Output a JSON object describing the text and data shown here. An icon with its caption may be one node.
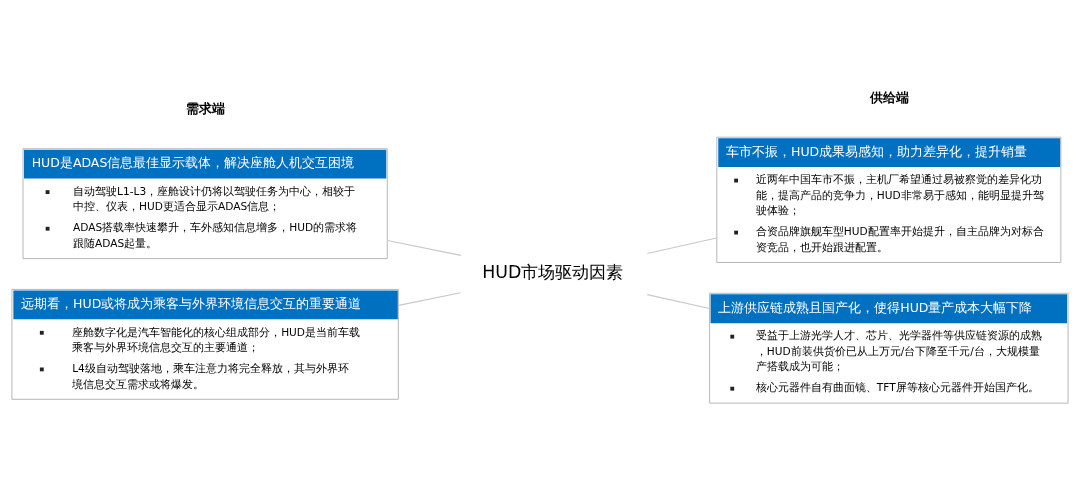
{
  "diagram": {
    "nodes": [
      {
        "text": [
          "HUD是ADAS信息最佳显示载体，解决座舱人机交互困境",
          "自动驾驶L1-L3，座舱设计仍将以驾驶任务为中心，相较于中控、仪表，HUD更适合显示ADAS信息；",
          "ADAS搭载率快速攀升，车外感知信息增多，HUD的需求将跟随ADAS起量。"
        ]
      },
      {
        "text": [
          "车市不振，HUD成果易感知，助力差异化，提升销量",
          "近两年中国车市不振，主机厂希望通过易被察觉的差异化功能，提高产品的竞争力，HUD非常易于感知，能明显提升驾驶体验；",
          "合资品牌旗舰车型HUD配置率开始提升，自主品牌为对标合资竞品，也开始跟进配置。"
        ]
      },
      {
        "text": [
          "HUD市场驱动因素"
        ]
      },
      {
        "text": [
          "远期看，HUD或将成为乘客与外界环境信息交互的重要通道",
          "座舱数字化是汽车智能化的核心组成部分，HUD是当前车载乘客与外界环境信息交互的主要通道；",
          "L4级自动驾驶落地，乘车注意力将完全释放，其与外界环境信息交互需求或将爆发。"
        ]
      },
      {
        "text": [
          "上游供应链成熟且国产化，使得HUD量产成本大幅下降",
          "受益于上游光学人才、芯片、光学器件等供应链资源的成熟，HUD前装供货价已从上万元/台下降至千元/台，大规模量产搭载成为可能；",
          "核心元器件自有曲面镜、TFT屏等核心元器件开始国产化。"
        ]
      }
    ],
    "edges": [
      {
        "from": 0,
        "to": 2,
        "arrow": "none"
      },
      {
        "from": 3,
        "to": 2,
        "arrow": "none"
      },
      {
        "from": 2,
        "to": 1,
        "arrow": "none"
      },
      {
        "from": 2,
        "to": 4,
        "arrow": "none"
      }
    ],
    "labels": [
      "需求端",
      "供给端"
    ]
  }
}
